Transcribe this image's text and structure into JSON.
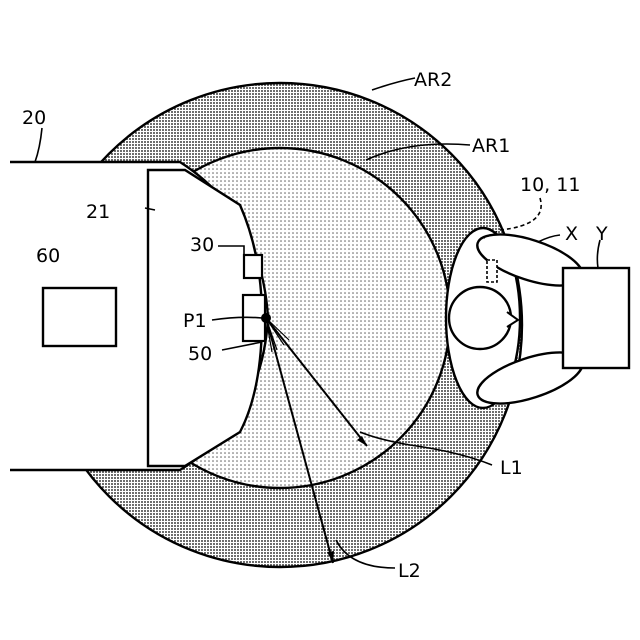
{
  "labels": {
    "ar2": "AR2",
    "ar1": "AR1",
    "vehicle": "20",
    "seat": "21",
    "sensor_a": "30",
    "point": "P1",
    "sensor_b": "50",
    "unit": "60",
    "device": "10, 11",
    "person_x": "X",
    "person_y": "Y",
    "line_l1": "L1",
    "line_l2": "L2"
  },
  "colors": {
    "stroke": "#000000",
    "background": "#ffffff",
    "ar1_fill": "#e9e9e9",
    "ar2_fill": "#bdbdbd"
  }
}
